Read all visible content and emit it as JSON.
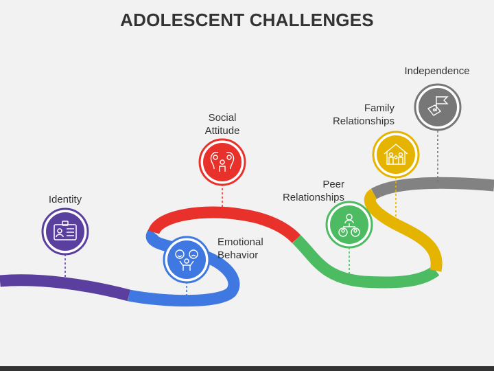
{
  "title": "ADOLESCENT CHALLENGES",
  "milestones": [
    {
      "id": "identity",
      "lines": [
        "Identity"
      ],
      "color": "#5b3f9e",
      "icon": "id-card-icon"
    },
    {
      "id": "emotional-behavior",
      "lines": [
        "Emotional",
        "Behavior"
      ],
      "color": "#3f78e0",
      "icon": "emotions-icon"
    },
    {
      "id": "social-attitude",
      "lines": [
        "Social",
        "Attitude"
      ],
      "color": "#e8312a",
      "icon": "social-heads-icon"
    },
    {
      "id": "peer-relationships",
      "lines": [
        "Peer",
        "Relationships"
      ],
      "color": "#4cbb62",
      "icon": "peer-network-icon"
    },
    {
      "id": "family-relationships",
      "lines": [
        "Family",
        "Relationships"
      ],
      "color": "#e5b400",
      "icon": "family-house-icon"
    },
    {
      "id": "independence",
      "lines": [
        "Independence"
      ],
      "color": "#777777",
      "icon": "independence-flag-icon"
    }
  ]
}
